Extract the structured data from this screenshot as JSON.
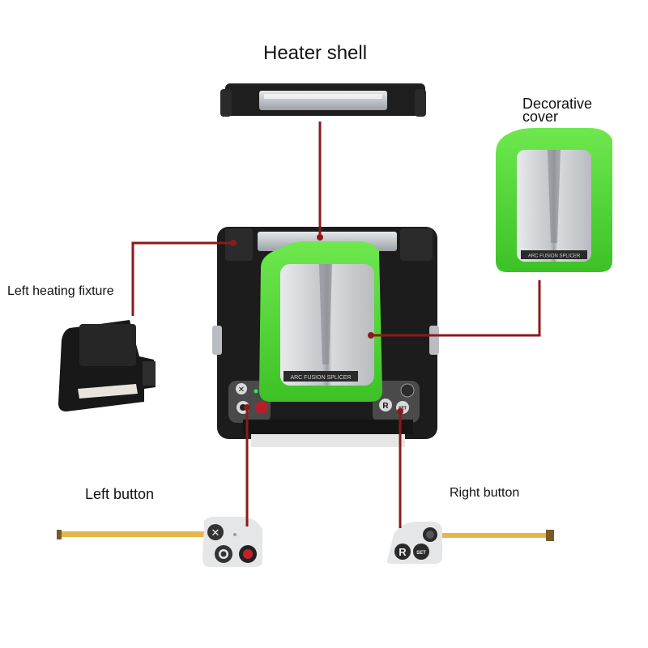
{
  "labels": {
    "heater_shell": "Heater shell",
    "decorative_cover_line1": "Decorative",
    "decorative_cover_line2": "cover",
    "left_heating_fixture": "Left heating fixture",
    "left_button": "Left button",
    "right_button": "Right button"
  },
  "device_text": {
    "cover_plate": "ARC FUSION SPLICER",
    "cover_plate_small": "ARC FUSION SPLICER",
    "key_r": "R",
    "key_set": "SET"
  },
  "colors": {
    "leader_line": "#8b1a1a",
    "cover_green": "#4fd636",
    "body_black": "#1c1c1c",
    "metal": "#c9ccd0"
  }
}
